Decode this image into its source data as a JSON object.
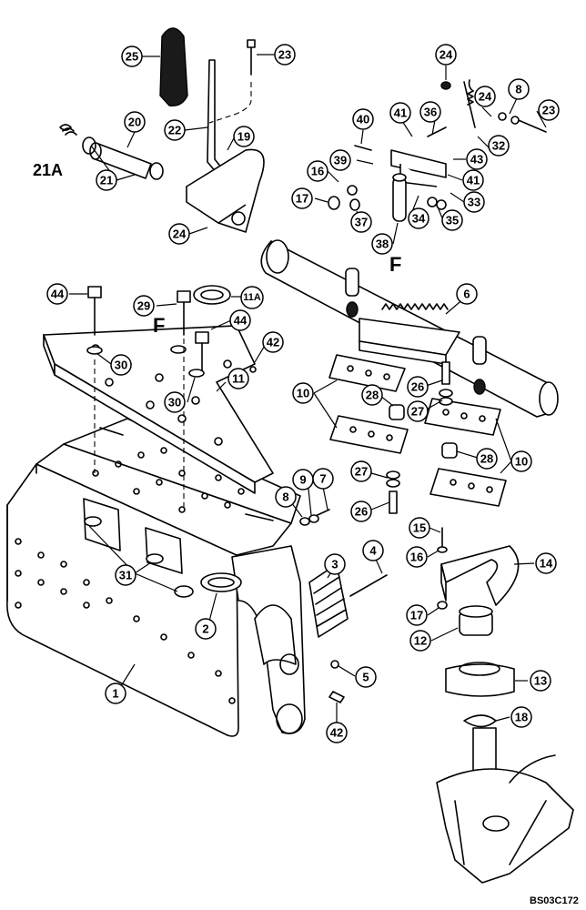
{
  "figure_code": "BS03C172",
  "reference_marks": [
    "F",
    "F"
  ],
  "callouts": [
    {
      "id": "c25",
      "label": "25",
      "part": "handle grip"
    },
    {
      "id": "c23a",
      "label": "23",
      "part": "bolt"
    },
    {
      "id": "c22",
      "label": "22",
      "part": "lever"
    },
    {
      "id": "c19",
      "label": "19",
      "part": "lever bracket"
    },
    {
      "id": "c20",
      "label": "20",
      "part": "pin"
    },
    {
      "id": "c21",
      "label": "21",
      "part": "snap ring"
    },
    {
      "id": "c21a",
      "label": "21A",
      "part": "spring",
      "style": "plain"
    },
    {
      "id": "c24a",
      "label": "24",
      "part": "nut"
    },
    {
      "id": "c24b",
      "label": "24",
      "part": "nut"
    },
    {
      "id": "c24c",
      "label": "24",
      "part": "nut"
    },
    {
      "id": "c8a",
      "label": "8",
      "part": "washer"
    },
    {
      "id": "c23b",
      "label": "23",
      "part": "bolt"
    },
    {
      "id": "c40",
      "label": "40",
      "part": "pin"
    },
    {
      "id": "c41a",
      "label": "41",
      "part": "washer"
    },
    {
      "id": "c36",
      "label": "36",
      "part": "bolt"
    },
    {
      "id": "c32",
      "label": "32",
      "part": "spring"
    },
    {
      "id": "c43",
      "label": "43",
      "part": "nut"
    },
    {
      "id": "c39",
      "label": "39",
      "part": "link"
    },
    {
      "id": "c41b",
      "label": "41",
      "part": "washer"
    },
    {
      "id": "c16a",
      "label": "16",
      "part": "washer"
    },
    {
      "id": "c33",
      "label": "33",
      "part": "bracket"
    },
    {
      "id": "c17a",
      "label": "17",
      "part": "nut"
    },
    {
      "id": "c34",
      "label": "34",
      "part": "washer"
    },
    {
      "id": "c35",
      "label": "35",
      "part": "nut"
    },
    {
      "id": "c37",
      "label": "37",
      "part": "nut"
    },
    {
      "id": "c38",
      "label": "38",
      "part": "shaft"
    },
    {
      "id": "c6",
      "label": "6",
      "part": "rack"
    },
    {
      "id": "c44a",
      "label": "44",
      "part": "bolt"
    },
    {
      "id": "c29",
      "label": "29",
      "part": "bolt"
    },
    {
      "id": "c11a",
      "label": "11A",
      "part": "bushing"
    },
    {
      "id": "c44b",
      "label": "44",
      "part": "bolt"
    },
    {
      "id": "c42a",
      "label": "42",
      "part": "fitting"
    },
    {
      "id": "c30a",
      "label": "30",
      "part": "washer"
    },
    {
      "id": "c30b",
      "label": "30",
      "part": "washer"
    },
    {
      "id": "c11",
      "label": "11",
      "part": "plate"
    },
    {
      "id": "c10a",
      "label": "10",
      "part": "shim"
    },
    {
      "id": "c26a",
      "label": "26",
      "part": "bolt"
    },
    {
      "id": "c27a",
      "label": "27",
      "part": "washer"
    },
    {
      "id": "c28a",
      "label": "28",
      "part": "nut"
    },
    {
      "id": "c10b",
      "label": "10",
      "part": "shim"
    },
    {
      "id": "c28b",
      "label": "28",
      "part": "nut"
    },
    {
      "id": "c10c",
      "label": "10",
      "part": "shim"
    },
    {
      "id": "c27b",
      "label": "27",
      "part": "washer"
    },
    {
      "id": "c26b",
      "label": "26",
      "part": "bolt"
    },
    {
      "id": "c8b",
      "label": "8",
      "part": "washer"
    },
    {
      "id": "c9",
      "label": "9",
      "part": "nut"
    },
    {
      "id": "c7",
      "label": "7",
      "part": "bolt"
    },
    {
      "id": "c15",
      "label": "15",
      "part": "bolt"
    },
    {
      "id": "c16b",
      "label": "16",
      "part": "washer"
    },
    {
      "id": "c14",
      "label": "14",
      "part": "guard"
    },
    {
      "id": "c4",
      "label": "4",
      "part": "bolt"
    },
    {
      "id": "c3",
      "label": "3",
      "part": "bumper"
    },
    {
      "id": "c31",
      "label": "31",
      "part": "bushing"
    },
    {
      "id": "c17b",
      "label": "17",
      "part": "nut"
    },
    {
      "id": "c12",
      "label": "12",
      "part": "bushing"
    },
    {
      "id": "c2",
      "label": "2",
      "part": "bushing"
    },
    {
      "id": "c1",
      "label": "1",
      "part": "frame"
    },
    {
      "id": "c5",
      "label": "5",
      "part": "nut"
    },
    {
      "id": "c13",
      "label": "13",
      "part": "gear"
    },
    {
      "id": "c42b",
      "label": "42",
      "part": "fitting"
    },
    {
      "id": "c18",
      "label": "18",
      "part": "snap ring"
    }
  ]
}
